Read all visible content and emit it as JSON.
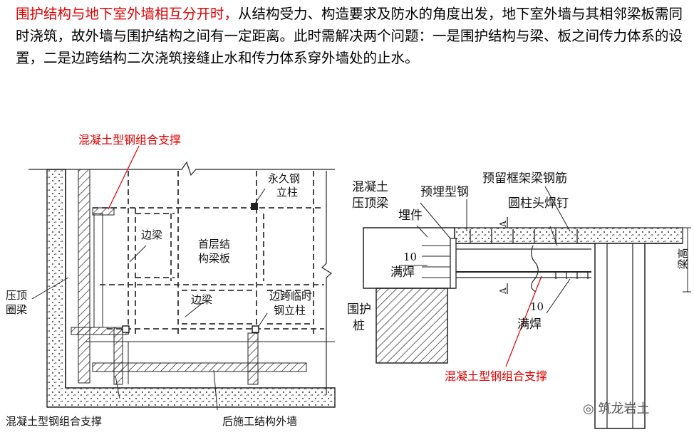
{
  "intro": {
    "highlight": "围护结构与地下室外墙相互分开时，",
    "text": "从结构受力、构造要求及防水的角度出发，地下室外墙与其相邻梁板需同时浇筑，故外墙与围护结构之间有一定距离。此时需解决两个问题：一是围护结构与梁、板之间传力体系的设置，二是边跨结构二次浇筑接缝止水和传力体系穿外墙处的止水。"
  },
  "left_figure": {
    "callout_top": "混凝土型钢组合支撑",
    "labels": {
      "permanent_column": [
        "永久钢",
        "立柱"
      ],
      "edge_beam_1": "边梁",
      "first_floor": [
        "首层结",
        "构梁板"
      ],
      "edge_beam_2": "边梁",
      "temp_column": [
        "边跨临时",
        "钢立柱"
      ],
      "crown_beam": [
        "压顶",
        "圈梁"
      ],
      "bottom_support": "混凝土型钢组合支撑",
      "outer_wall": "后施工结构外墙"
    }
  },
  "right_figure": {
    "labels": {
      "crown_beam": [
        "混凝土",
        "压顶梁"
      ],
      "embedded_steel": "预埋型钢",
      "reserved_rebar": "预留框架梁钢筋",
      "stud": "圆柱头焊钉",
      "embedded_part": "埋件",
      "weld_size_1": "10",
      "full_weld_1": "满焊",
      "retaining_pile": [
        "围护",
        "桩"
      ],
      "weld_size_2": "10",
      "full_weld_2": "满焊",
      "beam_height": "梁高",
      "section_a": "A"
    },
    "callout_bottom": "混凝土型钢组合支撑"
  },
  "watermark": "筑龙岩土"
}
